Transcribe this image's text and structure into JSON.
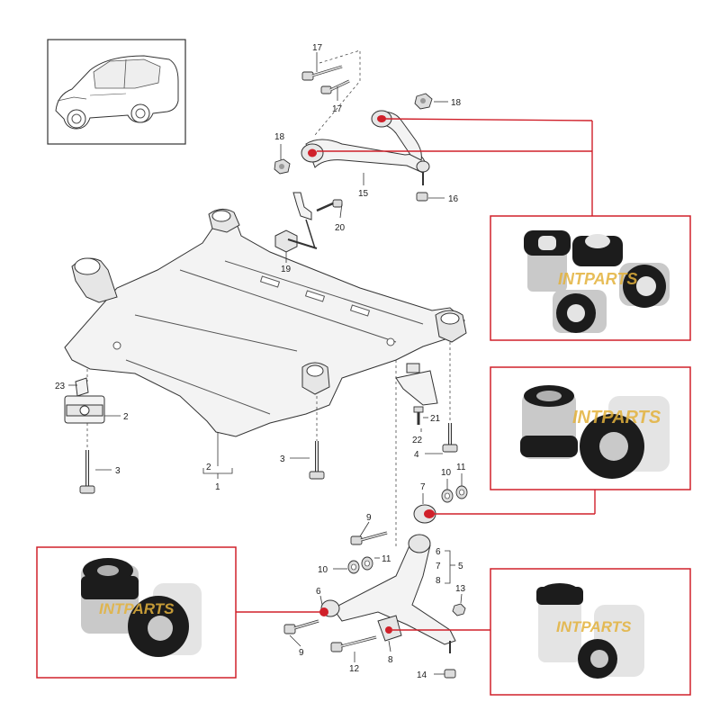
{
  "callouts": [
    {
      "id": "c17a",
      "text": "17"
    },
    {
      "id": "c17b",
      "text": "17"
    },
    {
      "id": "c18a",
      "text": "18"
    },
    {
      "id": "c18b",
      "text": "18"
    },
    {
      "id": "c15",
      "text": "15"
    },
    {
      "id": "c16",
      "text": "16"
    },
    {
      "id": "c20",
      "text": "20"
    },
    {
      "id": "c19",
      "text": "19"
    },
    {
      "id": "c23",
      "text": "23"
    },
    {
      "id": "c2a",
      "text": "2"
    },
    {
      "id": "c2b",
      "text": "2"
    },
    {
      "id": "c1",
      "text": "1"
    },
    {
      "id": "c3a",
      "text": "3"
    },
    {
      "id": "c3b",
      "text": "3"
    },
    {
      "id": "c21",
      "text": "21"
    },
    {
      "id": "c22",
      "text": "22"
    },
    {
      "id": "c4",
      "text": "4"
    },
    {
      "id": "c7a",
      "text": "7"
    },
    {
      "id": "c10a",
      "text": "10"
    },
    {
      "id": "c11a",
      "text": "11"
    },
    {
      "id": "c9a",
      "text": "9"
    },
    {
      "id": "c6a",
      "text": "6"
    },
    {
      "id": "c7b",
      "text": "7"
    },
    {
      "id": "c8a",
      "text": "8"
    },
    {
      "id": "c5",
      "text": "5"
    },
    {
      "id": "c10b",
      "text": "10"
    },
    {
      "id": "c11b",
      "text": "11"
    },
    {
      "id": "c6b",
      "text": "6"
    },
    {
      "id": "c13",
      "text": "13"
    },
    {
      "id": "c9b",
      "text": "9"
    },
    {
      "id": "c12",
      "text": "12"
    },
    {
      "id": "c8b",
      "text": "8"
    },
    {
      "id": "c14",
      "text": "14"
    }
  ],
  "watermark": "INTPARTS",
  "colors": {
    "highlight": "#d0202a",
    "rubber": "#1c1c1c",
    "metal": "#c9c9c9",
    "watermark": "#e3b23c"
  },
  "icons": [
    "car-thumbnail-icon",
    "bushing-photo-icon"
  ]
}
